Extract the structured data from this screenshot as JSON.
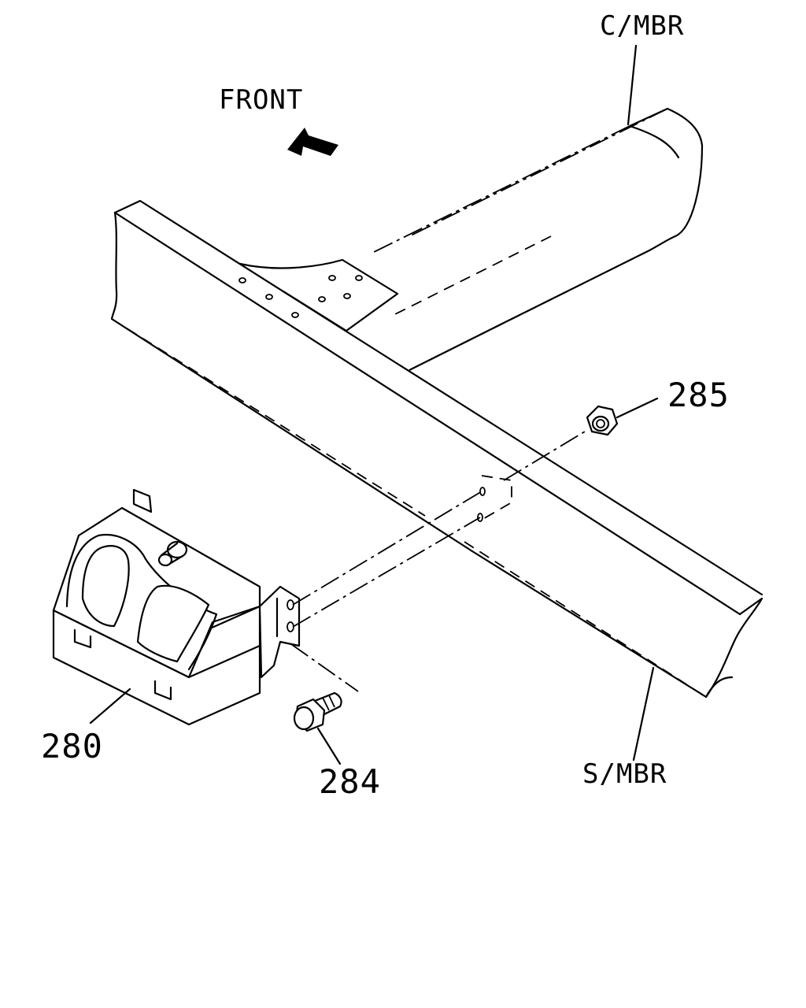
{
  "labels": {
    "direction": "FRONT",
    "cross_member": "C/MBR",
    "side_member": "S/MBR"
  },
  "callouts": {
    "bracket": "280",
    "bolt": "284",
    "nut": "285"
  },
  "icons": {
    "front_arrow": "arrow-up-left-icon"
  },
  "colors": {
    "ink": "#000000",
    "paper": "#ffffff"
  }
}
